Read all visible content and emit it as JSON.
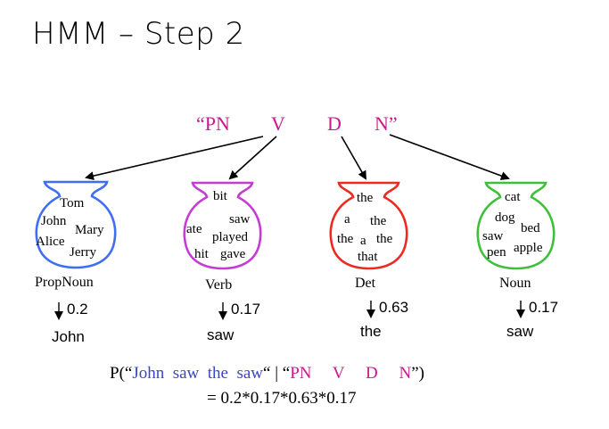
{
  "title": "HMM – Step 2",
  "tag_sequence": {
    "open": "“PN",
    "v": "V",
    "d": "D",
    "close": "N”"
  },
  "colors": {
    "tag": "#c8198f",
    "sentence": "#3a46c6",
    "pot_propnoun": "#3f6ff0",
    "pot_verb": "#c53cd3",
    "pot_det": "#ec2a20",
    "pot_noun": "#3fbf3c"
  },
  "pots": [
    {
      "name": "PropNoun",
      "words": [
        "Tom",
        "John",
        "Mary",
        "Alice",
        "Jerry"
      ],
      "prob": "0.2",
      "emitted": "John"
    },
    {
      "name": "Verb",
      "words": [
        "bit",
        "saw",
        "ate",
        "played",
        "hit",
        "gave"
      ],
      "prob": "0.17",
      "emitted": "saw"
    },
    {
      "name": "Det",
      "words": [
        "the",
        "a",
        "the",
        "the",
        "a",
        "the",
        "that"
      ],
      "prob": "0.63",
      "emitted": "the"
    },
    {
      "name": "Noun",
      "words": [
        "cat",
        "dog",
        "bed",
        "saw",
        "pen",
        "apple"
      ],
      "prob": "0.17",
      "emitted": "saw"
    }
  ],
  "formula": {
    "p_open": "P(“",
    "sentence": "John  saw  the  saw",
    "mid": "“ | “",
    "tags_a": "PN     V     D     N",
    "p_close": "”)",
    "result": "= 0.2*0.17*0.63*0.17"
  }
}
